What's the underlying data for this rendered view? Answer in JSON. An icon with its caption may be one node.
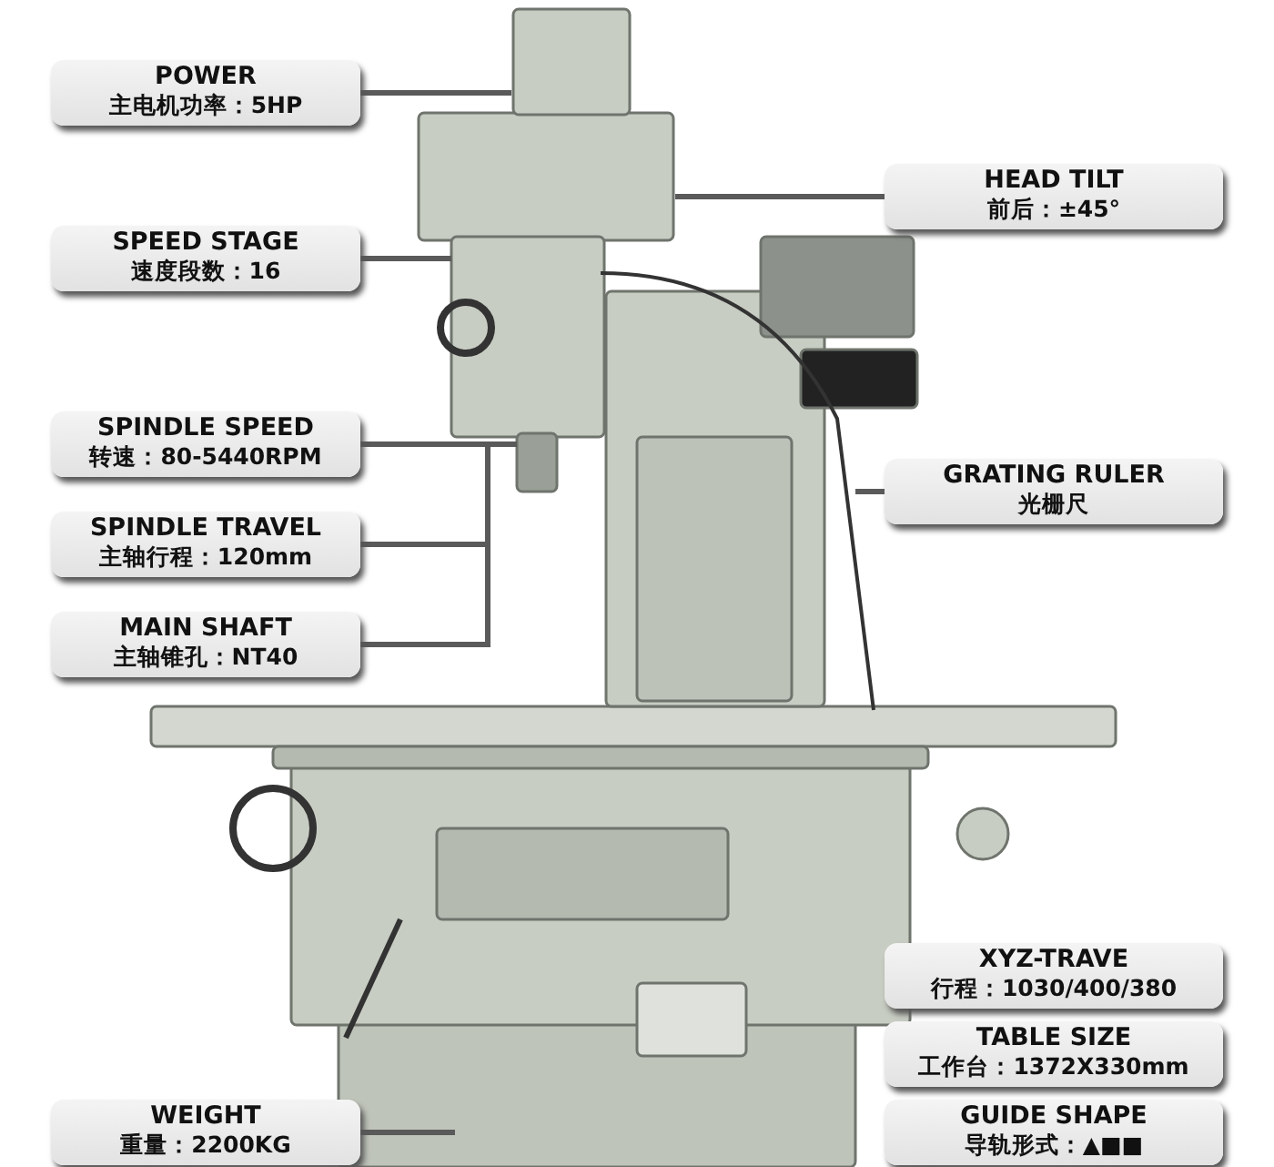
{
  "diagram": {
    "nodes": [
      {
        "text": [
          "POWER",
          "主电机功率：5HP"
        ]
      },
      {
        "text": [
          "SPEED STAGE",
          "速度段数：16"
        ]
      },
      {
        "text": [
          "SPINDLE SPEED",
          "转速：80-5440RPM"
        ]
      },
      {
        "text": [
          "SPINDLE TRAVEL",
          "主轴行程：120mm"
        ]
      },
      {
        "text": [
          "MAIN SHAFT",
          "主轴锥孔：NT40"
        ]
      },
      {
        "text": [
          "HEAD TILT",
          "前后：±45°"
        ]
      },
      {
        "text": [
          "GRATING RULER",
          "光栅尺"
        ]
      },
      {
        "text": [
          "XYZ-TRAVE",
          "行程：1030/400/380"
        ]
      },
      {
        "text": [
          "TABLE SIZE",
          "工作台：1372X330mm"
        ]
      },
      {
        "text": [
          "GUIDE SHAPE",
          "导轨形式：▲■■"
        ]
      },
      {
        "text": [
          "WEIGHT",
          "重量：2200KG"
        ]
      },
      {
        "text": [],
        "shape": "picture"
      }
    ],
    "edges": [
      {
        "from": 0,
        "to": 11,
        "arrow": "none"
      },
      {
        "from": 1,
        "to": 11,
        "arrow": "none"
      },
      {
        "from": 2,
        "to": 11,
        "arrow": "none"
      },
      {
        "from": 3,
        "to": 11,
        "arrow": "none"
      },
      {
        "from": 4,
        "to": 11,
        "arrow": "none"
      },
      {
        "from": 5,
        "to": 11,
        "arrow": "none"
      },
      {
        "from": 6,
        "to": 11,
        "arrow": "none"
      },
      {
        "from": 10,
        "to": 11,
        "arrow": "none"
      }
    ]
  }
}
